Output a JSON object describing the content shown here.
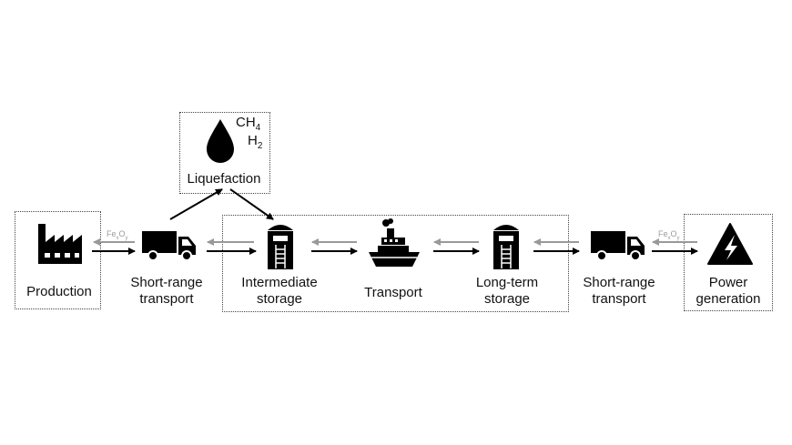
{
  "stages": {
    "production": "Production",
    "short_range_1": "Short-range\ntransport",
    "intermediate_storage": "Intermediate\nstorage",
    "transport": "Transport",
    "long_term_storage": "Long-term\nstorage",
    "short_range_2": "Short-range\ntransport",
    "power_generation": "Power\ngeneration",
    "liquefaction": "Liquefaction"
  },
  "chemicals": {
    "ch4_base": "CH",
    "ch4_sub": "4",
    "h2_base": "H",
    "h2_sub": "2"
  },
  "iron_oxide": {
    "left": {
      "base1": "Fe",
      "sub1": "x",
      "base2": "O",
      "sub2": "y"
    },
    "right": {
      "base1": "Fe",
      "sub1": "x",
      "base2": "O",
      "sub2": "y"
    }
  },
  "colors": {
    "forward_arrow": "#000000",
    "return_arrow": "#999999",
    "icon": "#000000",
    "box_border": "#444444"
  },
  "icons": [
    "factory-icon",
    "truck-icon",
    "silo-icon",
    "ship-icon",
    "silo-icon",
    "truck-icon",
    "high-voltage-icon",
    "droplet-icon"
  ]
}
